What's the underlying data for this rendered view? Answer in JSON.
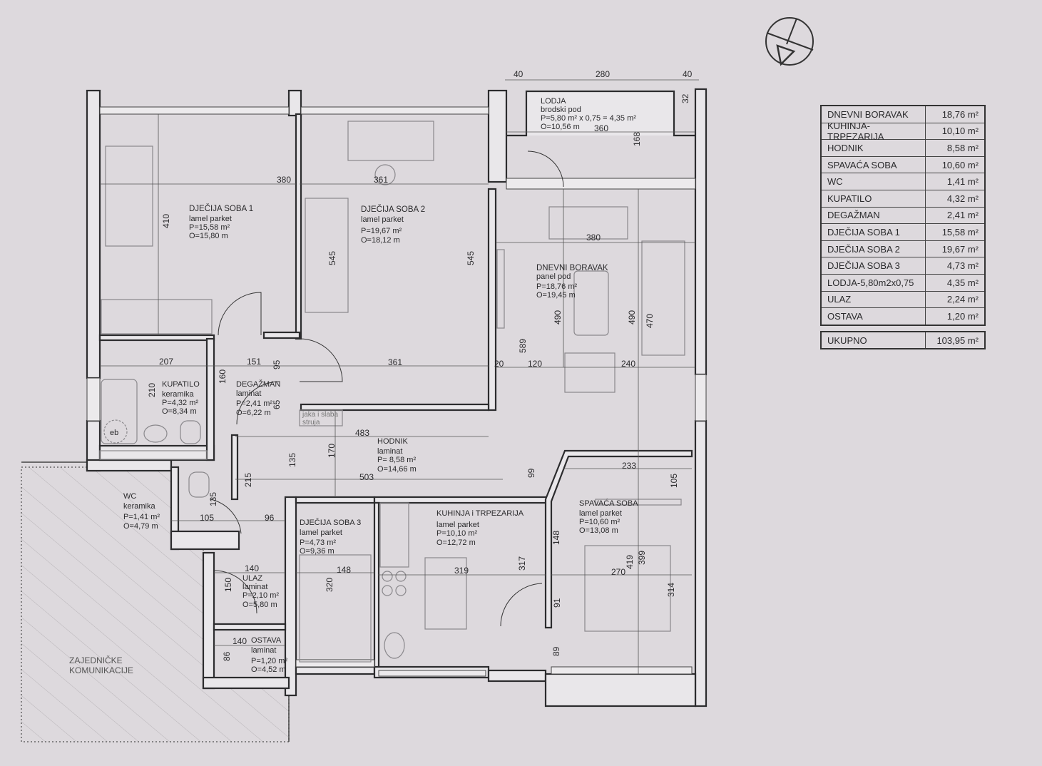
{
  "rooms": {
    "djecija_soba_1": {
      "name": "DJEČIJA SOBA 1",
      "floor": "lamel parket",
      "area": "P=15,58 m²",
      "perimeter": "O=15,80 m"
    },
    "djecija_soba_2": {
      "name": "DJEČIJA SOBA 2",
      "floor": "lamel parket",
      "area": "P=19,67 m²",
      "perimeter": "O=18,12 m"
    },
    "lodja": {
      "name": "LODJA",
      "floor": "brodski pod",
      "area": "P=5,80 m² x 0,75 = 4,35 m²",
      "perimeter": "O=10,56 m"
    },
    "dnevni_boravak": {
      "name": "DNEVNI BORAVAK",
      "floor": "panel pod",
      "area": "P=18,76 m²",
      "perimeter": "O=19,45 m"
    },
    "kupatilo": {
      "name": "KUPATILO",
      "floor": "keramika",
      "area": "P=4,32 m²",
      "perimeter": "O=8,34 m"
    },
    "degazman": {
      "name": "DEGAŽMAN",
      "floor": "laminat",
      "area": "P=2,41 m²",
      "perimeter": "O=6,22 m"
    },
    "hodnik": {
      "name": "HODNIK",
      "floor": "laminat",
      "area": "P=  8,58 m²",
      "perimeter": "O=14,66 m"
    },
    "wc": {
      "name": "WC",
      "floor": "keramika",
      "area": "P=1,41 m²",
      "perimeter": "O=4,79 m"
    },
    "djecija_soba_3": {
      "name": "DJEČIJA SOBA 3",
      "floor": "lamel parket",
      "area": "P=4,73 m²",
      "perimeter": "O=9,36 m"
    },
    "kuhinja": {
      "name": "KUHINJA i TRPEZARIJA",
      "floor": "lamel parket",
      "area": "P=10,10 m²",
      "perimeter": "O=12,72 m"
    },
    "spavaca_soba": {
      "name": "SPAVAĆA SOBA",
      "floor": "lamel parket",
      "area": "P=10,60 m²",
      "perimeter": "O=13,08 m"
    },
    "ulaz": {
      "name": "ULAZ",
      "floor": "laminat",
      "area": "P=2,10 m²",
      "perimeter": "O=5,80 m"
    },
    "ostava": {
      "name": "OSTAVA",
      "floor": "laminat",
      "area": "P=1,20 m²",
      "perimeter": "O=4,52 m"
    }
  },
  "zajednicke": {
    "line1": "ZAJEDNIČKE",
    "line2": "KOMUNIKACIJE"
  },
  "installations_note": {
    "line1": "jaka i slaba",
    "line2": "struja"
  },
  "boiler_label": "eb",
  "dimensions": [
    "40",
    "280",
    "40",
    "32",
    "360",
    "168",
    "380",
    "410",
    "361",
    "545",
    "545",
    "361",
    "380",
    "490",
    "490",
    "470",
    "589",
    "20",
    "120",
    "240",
    "207",
    "151",
    "95",
    "210",
    "160",
    "65",
    "483",
    "135",
    "170",
    "503",
    "215",
    "135",
    "105",
    "96",
    "99",
    "233",
    "105",
    "148",
    "319",
    "317",
    "270",
    "419",
    "399",
    "314",
    "91",
    "89",
    "140",
    "150",
    "148",
    "320",
    "140",
    "86"
  ],
  "area_table": {
    "rows": [
      {
        "name": "DNEVNI BORAVAK",
        "value": "18,76 m²"
      },
      {
        "name": "KUHINJA-TRPEZARIJA",
        "value": "10,10 m²"
      },
      {
        "name": "HODNIK",
        "value": "8,58 m²"
      },
      {
        "name": "SPAVAĆA SOBA",
        "value": "10,60 m²"
      },
      {
        "name": "WC",
        "value": "1,41 m²"
      },
      {
        "name": "KUPATILO",
        "value": "4,32 m²"
      },
      {
        "name": "DEGAŽMAN",
        "value": "2,41 m²"
      },
      {
        "name": "DJEČIJA SOBA 1",
        "value": "15,58 m²"
      },
      {
        "name": "DJEČIJA SOBA 2",
        "value": "19,67 m²"
      },
      {
        "name": "DJEČIJA SOBA 3",
        "value": "4,73 m²"
      },
      {
        "name": "LODJA-5,80m2x0,75",
        "value": "4,35 m²"
      },
      {
        "name": "ULAZ",
        "value": "2,24 m²"
      },
      {
        "name": "OSTAVA",
        "value": "1,20 m²"
      }
    ],
    "total": {
      "name": "UKUPNO",
      "value": "103,95 m²"
    }
  },
  "colors": {
    "paper": "#ddd9dd",
    "wall": "#2c2c2e",
    "text": "#2a2a2c"
  }
}
